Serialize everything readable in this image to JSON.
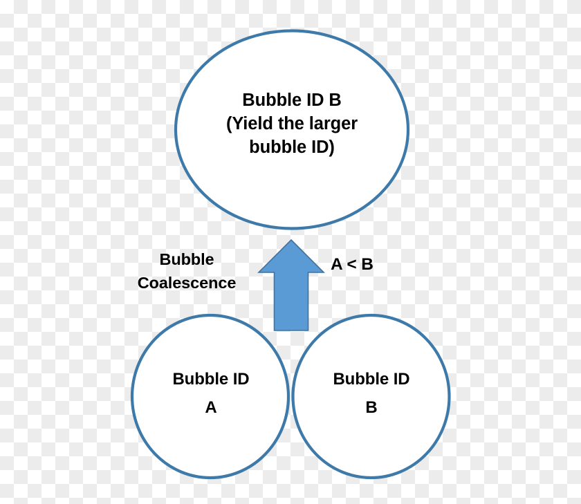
{
  "diagram": {
    "type": "bubble-coalescence-flow",
    "colors": {
      "bubble_stroke": "#3D7AA9",
      "bubble_fill": "#FFFFFF",
      "arrow_fill": "#5B9BD5",
      "arrow_stroke": "#41719C",
      "text": "#000000",
      "background_checker_light": "#FFFFFF",
      "background_checker_dark": "#ECECEC"
    },
    "merged_bubble": {
      "label": "Bubble ID B\n(Yield the larger\nbubble ID)",
      "line1": "Bubble ID B",
      "line2": "(Yield the larger",
      "line3": "bubble ID)"
    },
    "source_bubbles": [
      {
        "id": "A",
        "label": "Bubble ID\nA",
        "line1": "Bubble ID",
        "line2": "A"
      },
      {
        "id": "B",
        "label": "Bubble ID\nB",
        "line1": "Bubble ID",
        "line2": "B"
      }
    ],
    "arrow": {
      "direction": "up",
      "process_label": "Bubble\nCoalescence",
      "condition_label": "A < B"
    }
  }
}
